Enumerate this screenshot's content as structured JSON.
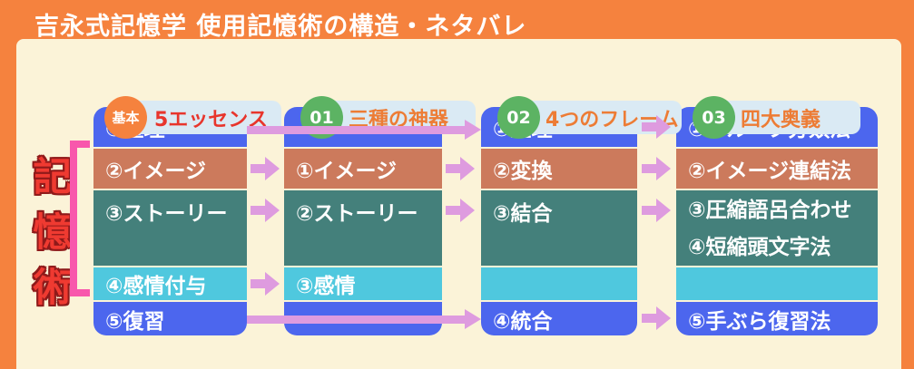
{
  "title": "吉永式記憶学 使用記憶術の構造・ネタバレ",
  "side_label": "記憶術",
  "colors": {
    "frame_orange": "#F5823E",
    "background_cream": "#FBF3D8",
    "row_blue": "#4C66EE",
    "row_salmon": "#CC7A5C",
    "row_teal": "#44807B",
    "row_cyan": "#4FC8DE",
    "arrow_orchid": "#DE9BDF",
    "bracket_pink": "#F857AC",
    "badge_green": "#5CB363",
    "badge_orange": "#F5823E",
    "pill_background": "#DAEAF4",
    "text_red": "#E8352C",
    "text_orange": "#ED7C35",
    "box_text": "#FFFFFF"
  },
  "columns": [
    {
      "header": {
        "badge": "基本",
        "label": "5エッセンス"
      },
      "cells": {
        "r1": "①整理",
        "r2": "②イメージ",
        "r3a": "③ストーリー",
        "r3b": "",
        "r4": "④感情付与",
        "r5": "⑤復習"
      }
    },
    {
      "header": {
        "badge": "01",
        "label": "三種の神器"
      },
      "cells": {
        "r1": "",
        "r2": "①イメージ",
        "r3a": "②ストーリー",
        "r3b": "",
        "r4": "③感情",
        "r5": ""
      }
    },
    {
      "header": {
        "badge": "02",
        "label": "4つのフレーム"
      },
      "cells": {
        "r1": "①整理",
        "r2": "②変換",
        "r3a": "③結合",
        "r3b": "",
        "r4": "",
        "r5": "④統合"
      }
    },
    {
      "header": {
        "badge": "03",
        "label": "四大奥義"
      },
      "cells": {
        "r1": "①グループ分類法",
        "r2": "②イメージ連結法",
        "r3a": "③圧縮語呂合わせ",
        "r3b": "④短縮頭文字法",
        "r4": "",
        "r5": "⑤手ぶら復習法"
      }
    }
  ]
}
